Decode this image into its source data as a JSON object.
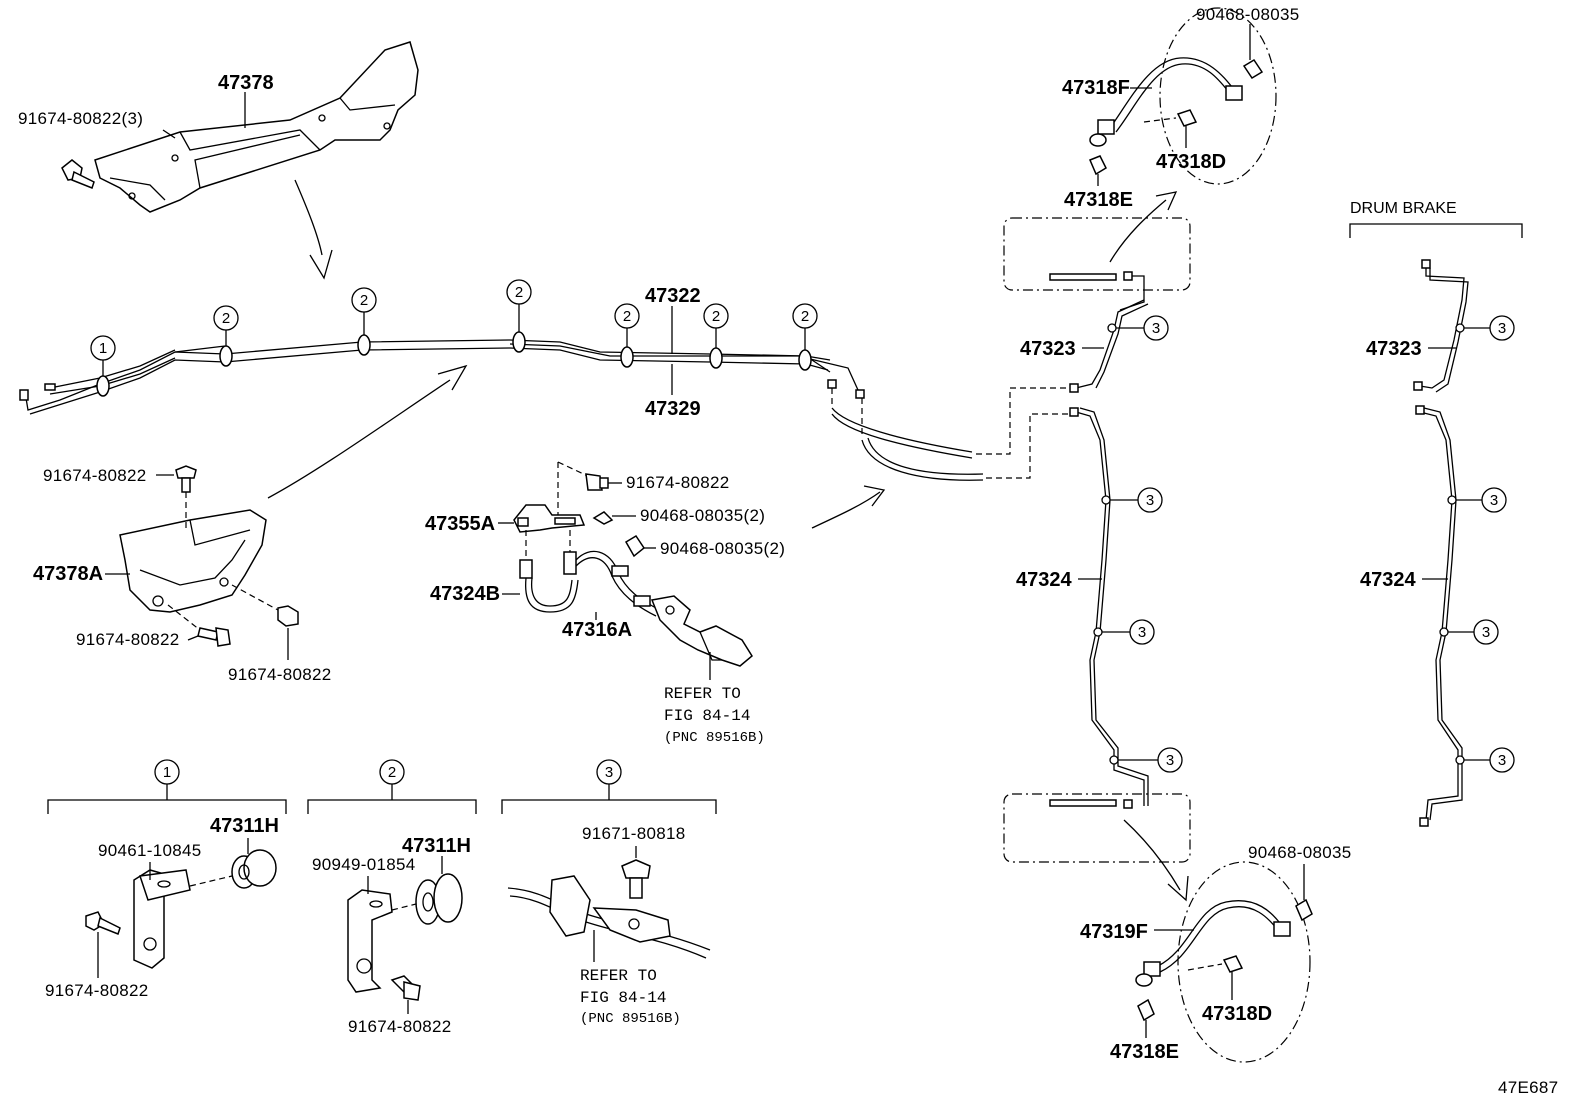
{
  "diagram_id": "47E687",
  "drum_brake_header": "DRUM BRAKE",
  "labels": {
    "p47378": "47378",
    "p91674_80822_3": "91674-80822(3)",
    "p47322": "47322",
    "p47329": "47329",
    "p91674_80822_a": "91674-80822",
    "p47378A": "47378A",
    "p91674_80822_b": "91674-80822",
    "p91674_80822_c": "91674-80822",
    "p91674_80822_d": "91674-80822",
    "p90468_08035_2a": "90468-08035(2)",
    "p90468_08035_2b": "90468-08035(2)",
    "p47355A": "47355A",
    "p47324B": "47324B",
    "p47316A": "47316A",
    "p90468_08035_top": "90468-08035",
    "p47318F": "47318F",
    "p47318D_top": "47318D",
    "p47318E_top": "47318E",
    "p47323": "47323",
    "p47324": "47324",
    "p47323_drum": "47323",
    "p47324_drum": "47324",
    "p90468_08035_bot": "90468-08035",
    "p47319F": "47319F",
    "p47318D_bot": "47318D",
    "p47318E_bot": "47318E",
    "p47311H_1": "47311H",
    "p90461_10845": "90461-10845",
    "p91674_80822_g1": "91674-80822",
    "p47311H_2": "47311H",
    "p90949_01854": "90949-01854",
    "p91674_80822_g2": "91674-80822",
    "p91671_80818": "91671-80818"
  },
  "refer": {
    "refer_to": "REFER TO",
    "fig": "FIG 84-14",
    "pnc": "(PNC 89516B)"
  },
  "callouts": {
    "c1": "1",
    "c2": "2",
    "c3": "3"
  }
}
